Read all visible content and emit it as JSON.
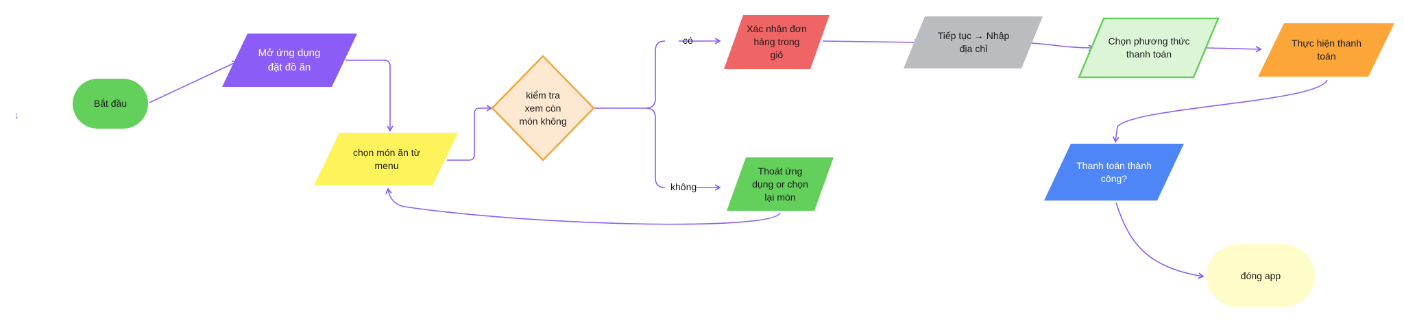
{
  "diagram": {
    "nodes": {
      "start": {
        "label": "Bắt đầu",
        "shape": "terminal",
        "fill": "#62d05a"
      },
      "open_app": {
        "label": "Mở ứng dụng\nđặt đồ ăn",
        "shape": "parallelogram",
        "fill": "#8b5cf6"
      },
      "choose_dish": {
        "label": "chọn món ăn từ\nmenu",
        "shape": "parallelogram",
        "fill": "#fff35c"
      },
      "check": {
        "label": "kiểm tra\nxem còn\nmón không",
        "shape": "decision",
        "fill": "#fde8d2",
        "stroke": "#f0a63a"
      },
      "confirm": {
        "label": "Xác nhận đơn\nhàng trong\ngiỏ",
        "shape": "parallelogram",
        "fill": "#ef6464"
      },
      "exit": {
        "label": "Thoát ứng\ndụng or chọn\nlại món",
        "shape": "parallelogram",
        "fill": "#62d05a"
      },
      "address": {
        "label": "Tiếp tục → Nhập\nđịa chỉ",
        "shape": "parallelogram",
        "fill": "#bbbcc0"
      },
      "payment_method": {
        "label": "Chọn phương thức\nthanh toán",
        "shape": "parallelogram",
        "fill": "#dcf5d6",
        "stroke": "#62d05a"
      },
      "pay": {
        "label": "Thực hiện thanh\ntoán",
        "shape": "parallelogram",
        "fill": "#fca63a"
      },
      "paid": {
        "label": "Thanh toán thành\ncông?",
        "shape": "parallelogram",
        "fill": "#4f86f7"
      },
      "close": {
        "label": "đóng app",
        "shape": "terminal",
        "fill": "#fefcc8"
      }
    },
    "edge_labels": {
      "yes": "có",
      "no": "không"
    },
    "colors": {
      "connector": "#8b5cf6"
    }
  }
}
